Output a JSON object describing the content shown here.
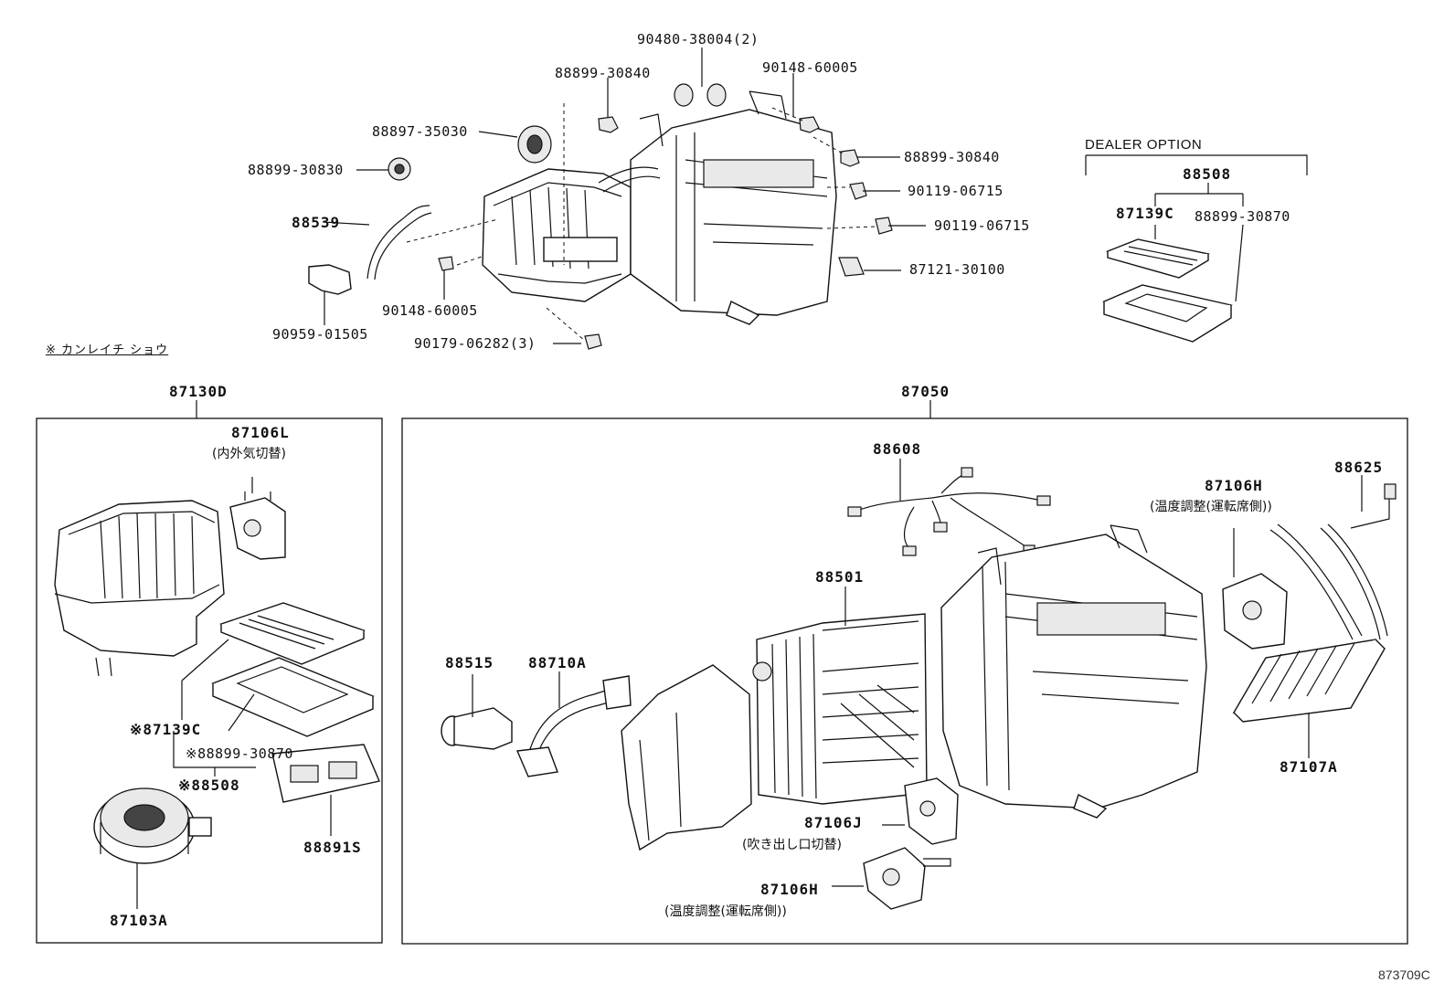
{
  "diagram_code": "873709C",
  "note": "※ カンレイチ ショウ",
  "dealer_option": {
    "title": "DEALER OPTION",
    "kit": "88508",
    "parts": [
      "87139C",
      "88899-30870"
    ]
  },
  "top_labels": {
    "p90480": "90480-38004(2)",
    "p88899_30840_a": "88899-30840",
    "p90148_60005_a": "90148-60005",
    "p88897": "88897-35030",
    "p88899_30840_b": "88899-30840",
    "p88899_30830": "88899-30830",
    "p90119_a": "90119-06715",
    "p88539": "88539",
    "p90119_b": "90119-06715",
    "p87121": "87121-30100",
    "p90148_60005_b": "90148-60005",
    "p90959": "90959-01505",
    "p90179": "90179-06282(3)"
  },
  "left_box": {
    "title": "87130D",
    "p87106L": "87106L",
    "p87106L_desc": "(内外気切替)",
    "p87139C": "※87139C",
    "p88899_30870": "※88899-30870",
    "p88508": "※88508",
    "p88891S": "88891S",
    "p87103A": "87103A"
  },
  "right_box": {
    "title": "87050",
    "p88608": "88608",
    "p87106H_a": "87106H",
    "p87106H_a_desc": "(温度調整(運転席側))",
    "p88625": "88625",
    "p88501": "88501",
    "p88515": "88515",
    "p88710A": "88710A",
    "p87107A": "87107A",
    "p87106J": "87106J",
    "p87106J_desc": "(吹き出し口切替)",
    "p87106H_b": "87106H",
    "p87106H_b_desc": "(温度調整(運転席側))"
  }
}
